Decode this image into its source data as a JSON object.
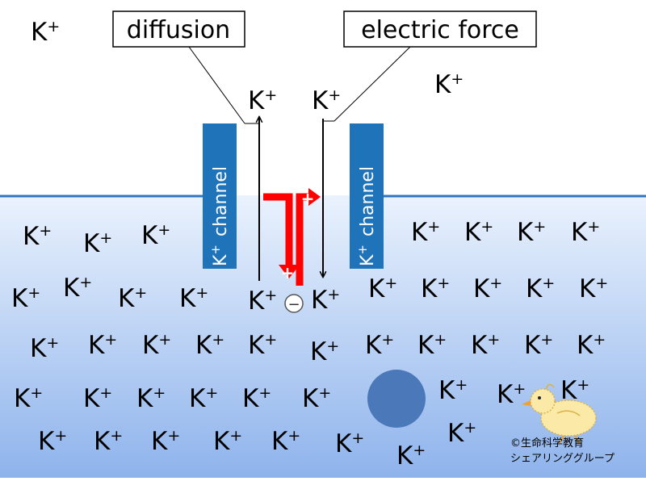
{
  "labels": {
    "diffusion": "diffusion",
    "electric_force": "electric force",
    "channel": "channel",
    "ion": "K",
    "ion_charge": "+",
    "plus": "+",
    "minus": "−"
  },
  "copyright": {
    "line1": "©生命科学教育",
    "line2": "シェアリンググループ"
  },
  "colors": {
    "intracellular_top": "#eaf2fd",
    "intracellular_bottom": "#8eb3ec",
    "membrane_line": "#2f75c0",
    "channel": "#1f73b8",
    "current_arrow": "#ff0000",
    "large_circle": "#4a78b8"
  },
  "icons": {
    "chick": "chick-mascot-icon"
  }
}
